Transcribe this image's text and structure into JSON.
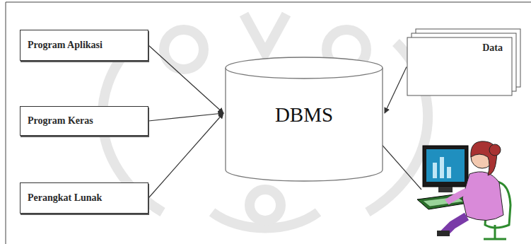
{
  "diagram": {
    "nodes": [
      {
        "text": [
          "Program Aplikasi"
        ]
      },
      {
        "text": [
          "Program Keras"
        ]
      },
      {
        "text": [
          "Perangkat Lunak"
        ]
      },
      {
        "text": [
          "DBMS"
        ]
      },
      {
        "text": [
          "Data"
        ]
      }
    ],
    "edges": [
      {
        "from": 0,
        "to": 3,
        "arrow": "to"
      },
      {
        "from": 1,
        "to": 3,
        "arrow": "to"
      },
      {
        "from": 2,
        "to": 3,
        "arrow": "to"
      },
      {
        "from": 4,
        "to": 3,
        "arrow": "to"
      }
    ]
  }
}
